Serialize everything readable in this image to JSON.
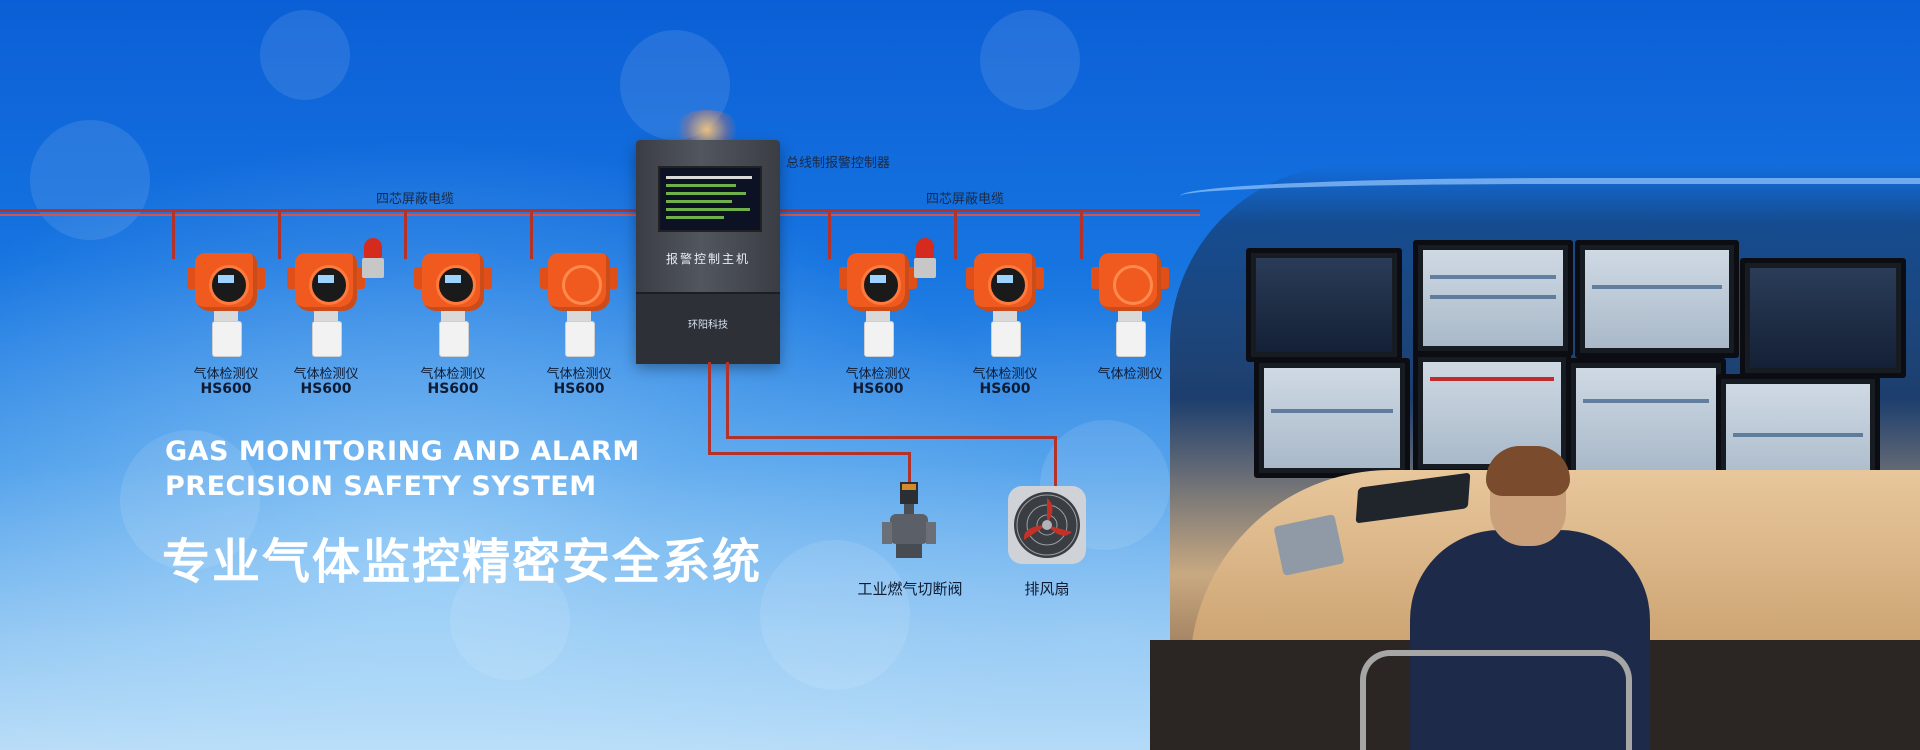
{
  "cable_label": "四芯屏蔽电缆",
  "controller": {
    "top_label": "总线制报警控制器",
    "panel_title": "报警控制主机",
    "brand": "环阳科技"
  },
  "detectors": [
    {
      "name": "气体检测仪",
      "model": "HS600"
    },
    {
      "name": "气体检测仪",
      "model": "HS600"
    },
    {
      "name": "气体检测仪",
      "model": "HS600"
    },
    {
      "name": "气体检测仪",
      "model": "HS600"
    },
    {
      "name": "气体检测仪",
      "model": "HS600"
    },
    {
      "name": "气体检测仪",
      "model": "HS600"
    },
    {
      "name": "气体检测仪",
      "model": ""
    }
  ],
  "devices": {
    "valve": "工业燃气切断阀",
    "fan": "排风扇"
  },
  "hero": {
    "line1": "GAS MONITORING AND ALARM",
    "line2": "PRECISION SAFETY SYSTEM",
    "title_zh": "专业气体监控精密安全系统"
  },
  "colors": {
    "cable": "#b3322a",
    "detector_orange": "#f05a1e",
    "background_top": "#0b5fd6",
    "background_bottom": "#b9dcf7"
  }
}
